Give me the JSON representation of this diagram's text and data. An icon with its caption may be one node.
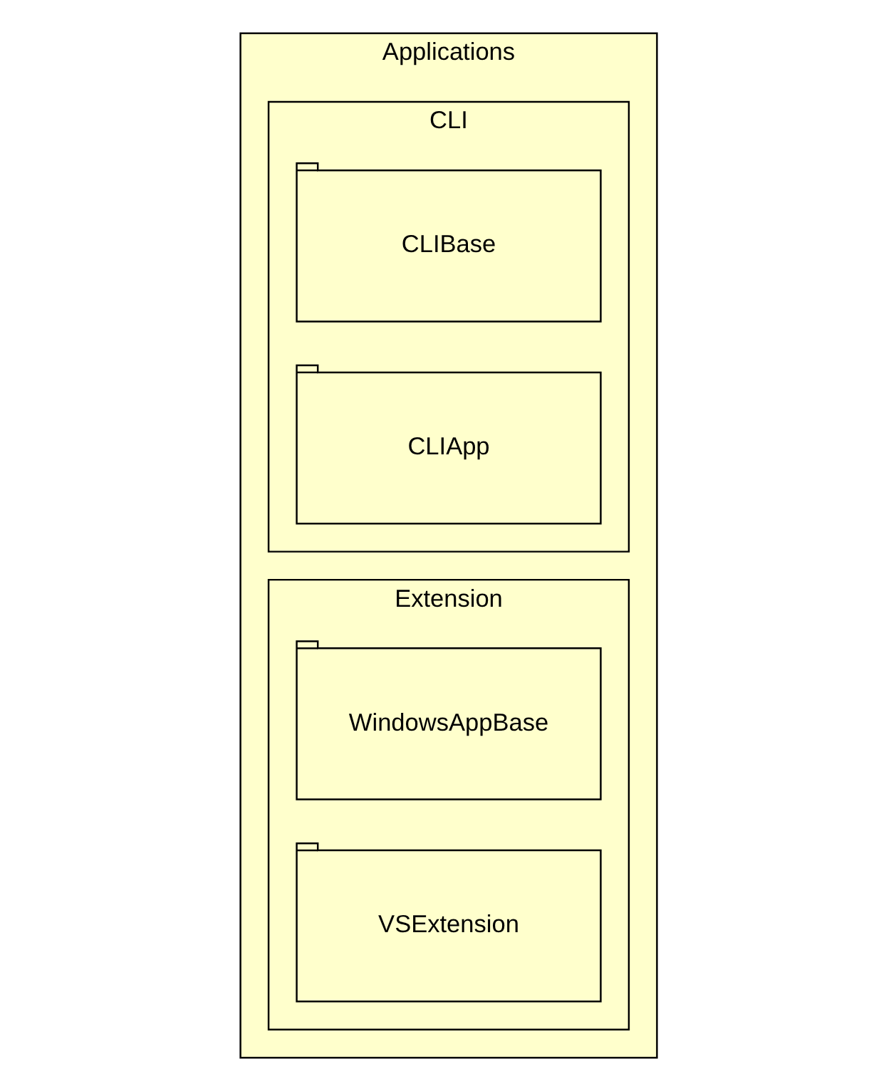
{
  "diagram": {
    "nodes": [
      {
        "text": [
          "Applications"
        ]
      },
      {
        "text": [
          "CLI"
        ],
        "in": 0
      },
      {
        "text": [
          "CLIBase"
        ],
        "in": 1
      },
      {
        "text": [
          "CLIApp"
        ],
        "in": 1
      },
      {
        "text": [
          "Extension"
        ],
        "in": 0
      },
      {
        "text": [
          "WindowsAppBase"
        ],
        "in": 4
      },
      {
        "text": [
          "VSExtension"
        ],
        "in": 4
      }
    ],
    "edges": []
  }
}
